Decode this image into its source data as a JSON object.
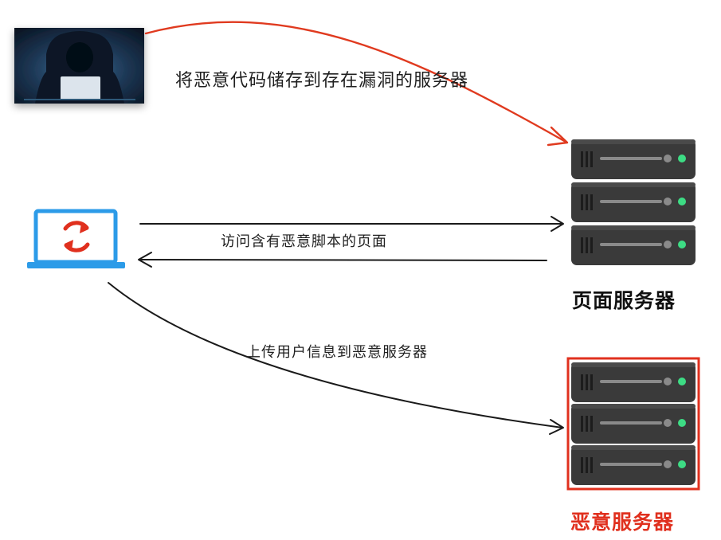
{
  "labels": {
    "store_code": "将恶意代码储存到存在漏洞的服务器",
    "visit_page": "访问含有恶意脚本的页面",
    "upload_info": "上传用户信息到恶意服务器"
  },
  "servers": {
    "page_server_caption": "页面服务器",
    "evil_server_caption": "恶意服务器"
  },
  "icons": {
    "hacker": "hacker-photo-icon",
    "laptop": "laptop-icon",
    "refresh": "refresh-icon",
    "server": "server-rack-icon"
  },
  "colors": {
    "attack_arrow": "#e03a1f",
    "evil_highlight": "#e0301e",
    "server_body": "#3a3a3a",
    "laptop_blue": "#2c9be8",
    "status_led": "#3ddc84"
  }
}
